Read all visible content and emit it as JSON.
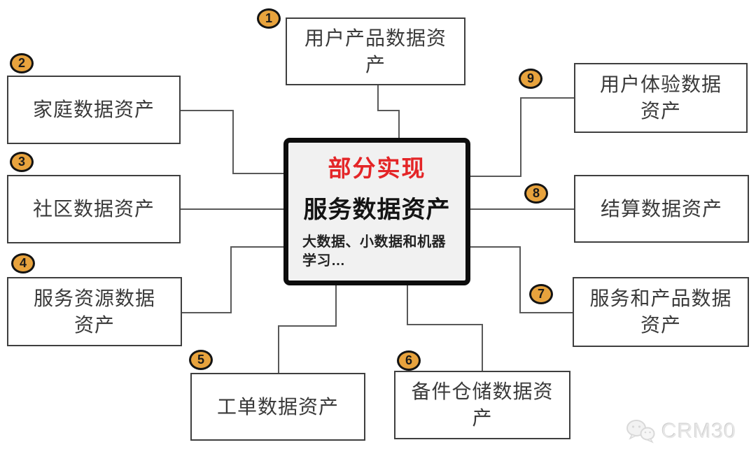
{
  "center": {
    "status": "部分实现",
    "title": "服务数据资产",
    "subtitle": "大数据、小数据和机器学习…"
  },
  "nodes": [
    {
      "badge": "1",
      "label": "用户产品数据资产"
    },
    {
      "badge": "2",
      "label": "家庭数据资产"
    },
    {
      "badge": "3",
      "label": "社区数据资产"
    },
    {
      "badge": "4",
      "label": "服务资源数据资产"
    },
    {
      "badge": "5",
      "label": "工单数据资产"
    },
    {
      "badge": "6",
      "label": "备件仓储数据资产"
    },
    {
      "badge": "7",
      "label": "服务和产品数据资产"
    },
    {
      "badge": "8",
      "label": "结算数据资产"
    },
    {
      "badge": "9",
      "label": "用户体验数据资产"
    }
  ],
  "watermark": {
    "text": "CRM30"
  },
  "colors": {
    "badge_fill": "#E8A33D",
    "badge_border": "#141414",
    "accent_red": "#e42527",
    "connector": "#595959",
    "box_border": "#3f3f3f",
    "center_fill": "#f1f1f1",
    "center_border": "#0d0d0d",
    "text": "#3a3a3a",
    "watermark": "#e2e2e2"
  }
}
